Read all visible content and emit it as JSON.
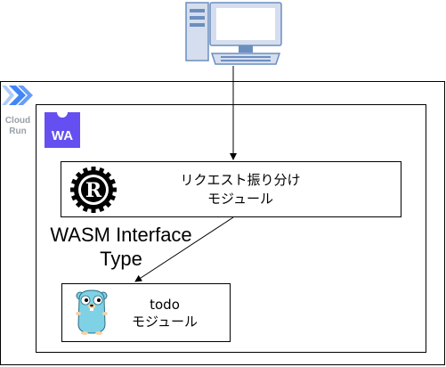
{
  "cloud_run": {
    "label_line1": "Cloud",
    "label_line2": "Run",
    "color": "#4285F4",
    "label_color": "#9AA0A6"
  },
  "wasm": {
    "badge_text": "WA",
    "badge_color": "#654FF0"
  },
  "router_module": {
    "line1": "リクエスト振り分け",
    "line2": "モジュール",
    "icon": "rust-logo-icon"
  },
  "todo_module": {
    "line1": "todo",
    "line2": "モジュール",
    "icon": "go-gopher-icon"
  },
  "edge_label": {
    "line1": "WASM Interface",
    "line2": "Type"
  },
  "client": {
    "icon": "desktop-computer-icon",
    "color": "#D5DEEE",
    "stroke": "#6C8EBF"
  }
}
